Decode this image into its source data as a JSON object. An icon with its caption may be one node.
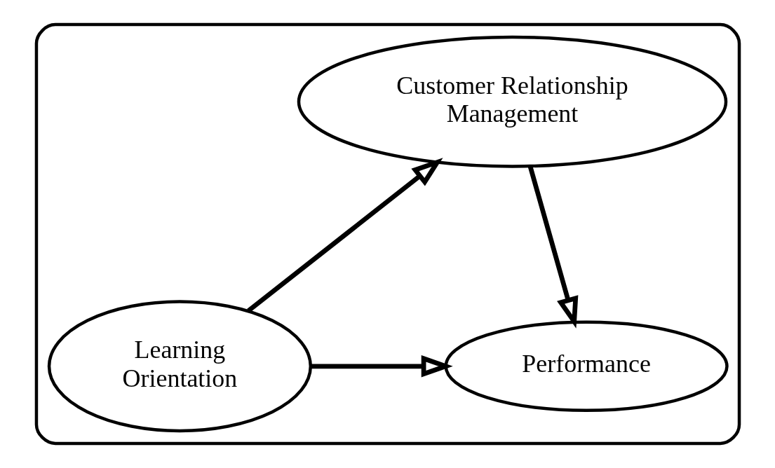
{
  "diagram": {
    "nodes": [
      {
        "text": [],
        "shape": "box"
      },
      {
        "text": [
          "Customer Relationship Management"
        ],
        "in": 0
      },
      {
        "text": [
          "Learning Orientation"
        ],
        "in": 0
      },
      {
        "text": [
          "Performance"
        ],
        "in": 0
      }
    ],
    "edges": [
      {
        "from": 2,
        "to": 1,
        "arrow": "to"
      },
      {
        "from": 1,
        "to": 3,
        "arrow": "to"
      },
      {
        "from": 2,
        "to": 3,
        "arrow": "to"
      }
    ]
  }
}
